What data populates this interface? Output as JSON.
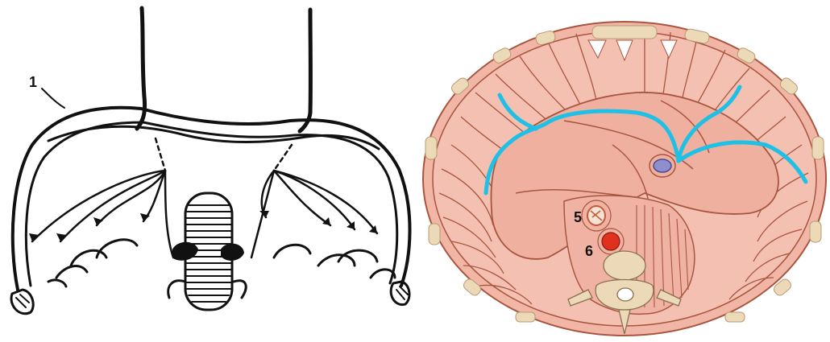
{
  "left_figure": {
    "labels": [
      {
        "id": "label-1",
        "text": "1"
      }
    ]
  },
  "right_figure": {
    "labels": [
      {
        "id": "label-5",
        "text": "5"
      },
      {
        "id": "label-6",
        "text": "6"
      }
    ]
  },
  "colors": {
    "line_black": "#111111",
    "muscle_fill": "#f2b6a6",
    "muscle_stroke": "#a8553f",
    "rib_bone": "#ecd9b8",
    "nerve_blue": "#1ec0e6",
    "vein_purple": "#8f8fd0",
    "aorta_red": "#e0301e",
    "esophagus_brown": "#c45a3a"
  }
}
